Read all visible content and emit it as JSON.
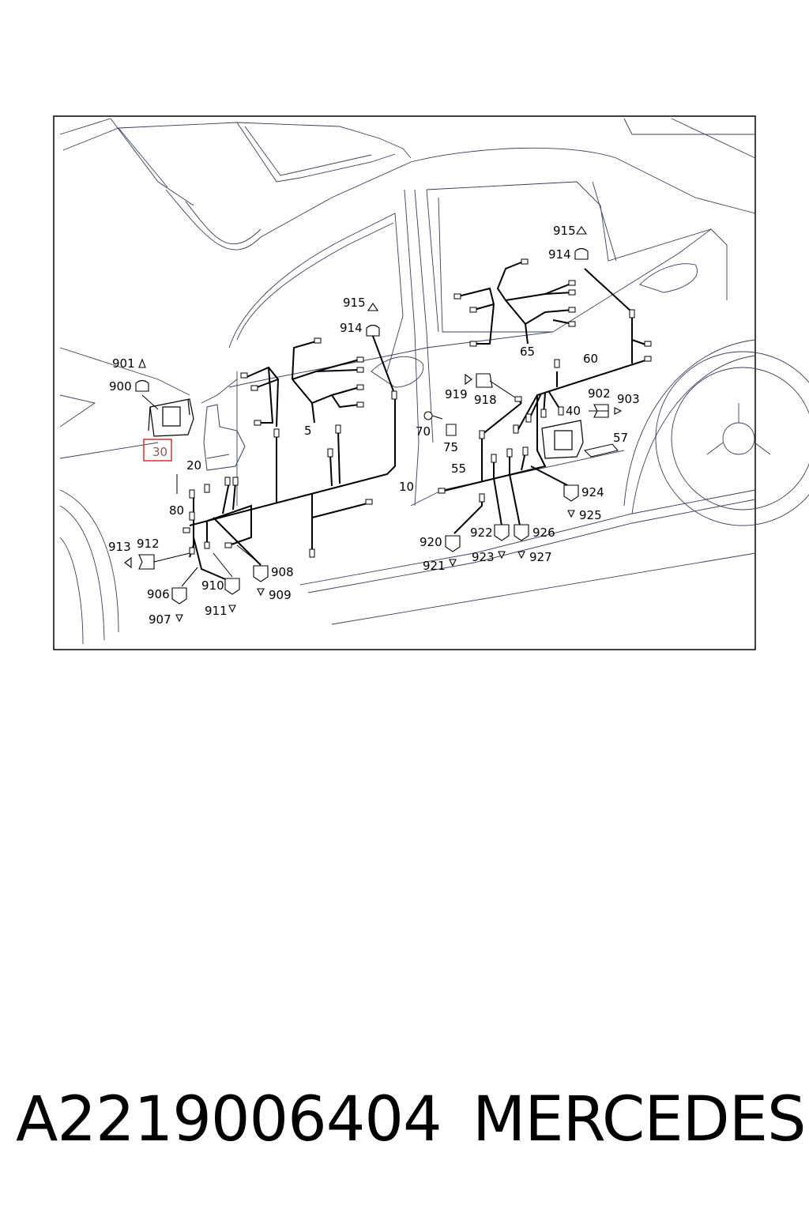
{
  "diagram": {
    "labels": {
      "l901": "901",
      "l900": "900",
      "l30": "30",
      "l20": "20",
      "l80": "80",
      "l913": "913",
      "l912": "912",
      "l906": "906",
      "l907": "907",
      "l910": "910",
      "l911": "911",
      "l908": "908",
      "l909": "909",
      "l915a": "915",
      "l914a": "914",
      "l5": "5",
      "l10": "10",
      "l915b": "915",
      "l914b": "914",
      "l65": "65",
      "l60": "60",
      "l919": "919",
      "l918": "918",
      "l902": "902",
      "l903": "903",
      "l40": "40",
      "l70": "70",
      "l75": "75",
      "l57": "57",
      "l55": "55",
      "l924": "924",
      "l925": "925",
      "l920": "920",
      "l921": "921",
      "l922": "922",
      "l923": "923",
      "l926": "926",
      "l927": "927"
    },
    "highlight_color": "#e03a3a"
  },
  "caption": {
    "part_number": "A2219006404",
    "brand": "MERCEDES"
  }
}
